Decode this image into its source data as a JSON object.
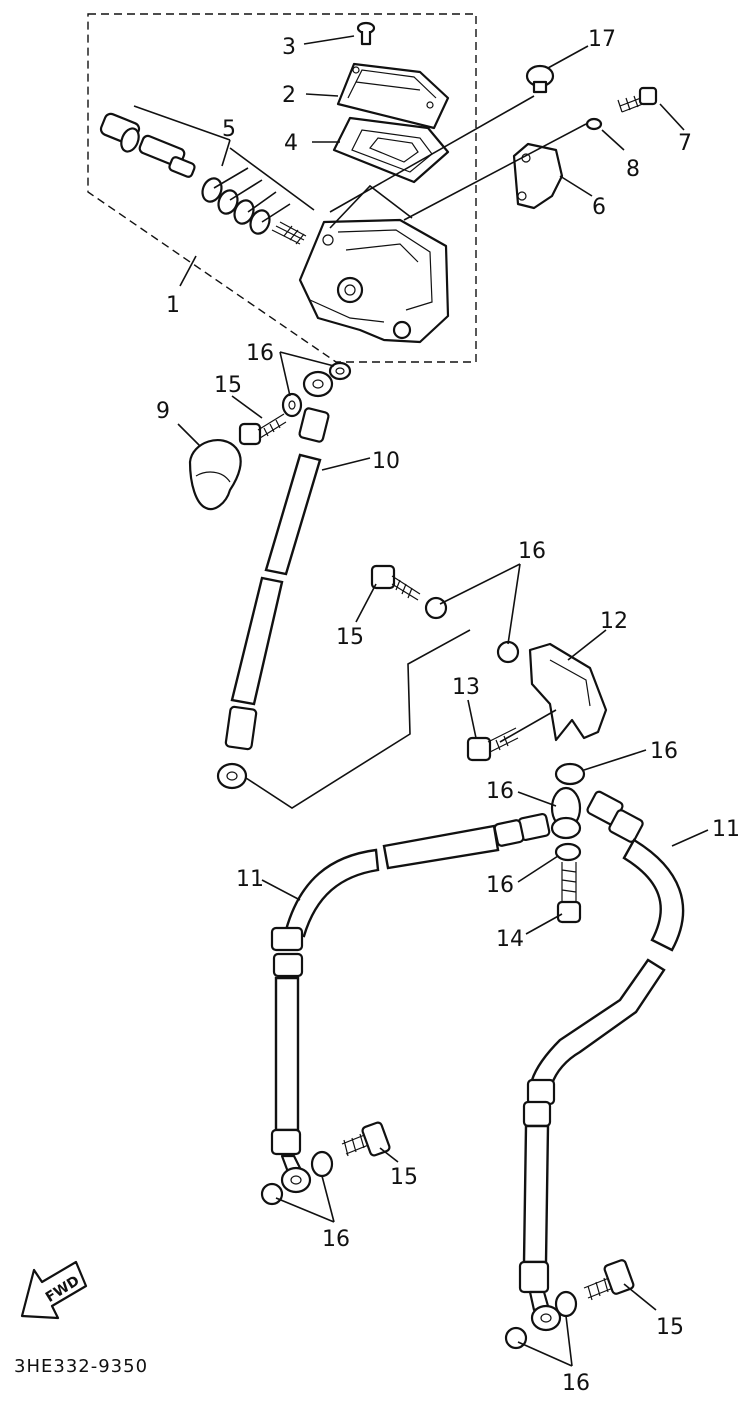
{
  "diagram": {
    "code": "3HE332-9350",
    "fwd_label": "FWD",
    "callouts": [
      {
        "id": "1",
        "label": "1"
      },
      {
        "id": "2",
        "label": "2"
      },
      {
        "id": "3",
        "label": "3"
      },
      {
        "id": "4",
        "label": "4"
      },
      {
        "id": "5",
        "label": "5"
      },
      {
        "id": "6",
        "label": "6"
      },
      {
        "id": "7",
        "label": "7"
      },
      {
        "id": "8",
        "label": "8"
      },
      {
        "id": "9",
        "label": "9"
      },
      {
        "id": "10",
        "label": "10"
      },
      {
        "id": "11a",
        "label": "11"
      },
      {
        "id": "11b",
        "label": "11"
      },
      {
        "id": "12",
        "label": "12"
      },
      {
        "id": "13",
        "label": "13"
      },
      {
        "id": "14",
        "label": "14"
      },
      {
        "id": "15a",
        "label": "15"
      },
      {
        "id": "15b",
        "label": "15"
      },
      {
        "id": "15c",
        "label": "15"
      },
      {
        "id": "15d",
        "label": "15"
      },
      {
        "id": "16a",
        "label": "16"
      },
      {
        "id": "16b",
        "label": "16"
      },
      {
        "id": "16c",
        "label": "16"
      },
      {
        "id": "16d",
        "label": "16"
      },
      {
        "id": "16e",
        "label": "16"
      },
      {
        "id": "16f",
        "label": "16"
      },
      {
        "id": "16g",
        "label": "16"
      },
      {
        "id": "17",
        "label": "17"
      }
    ]
  }
}
